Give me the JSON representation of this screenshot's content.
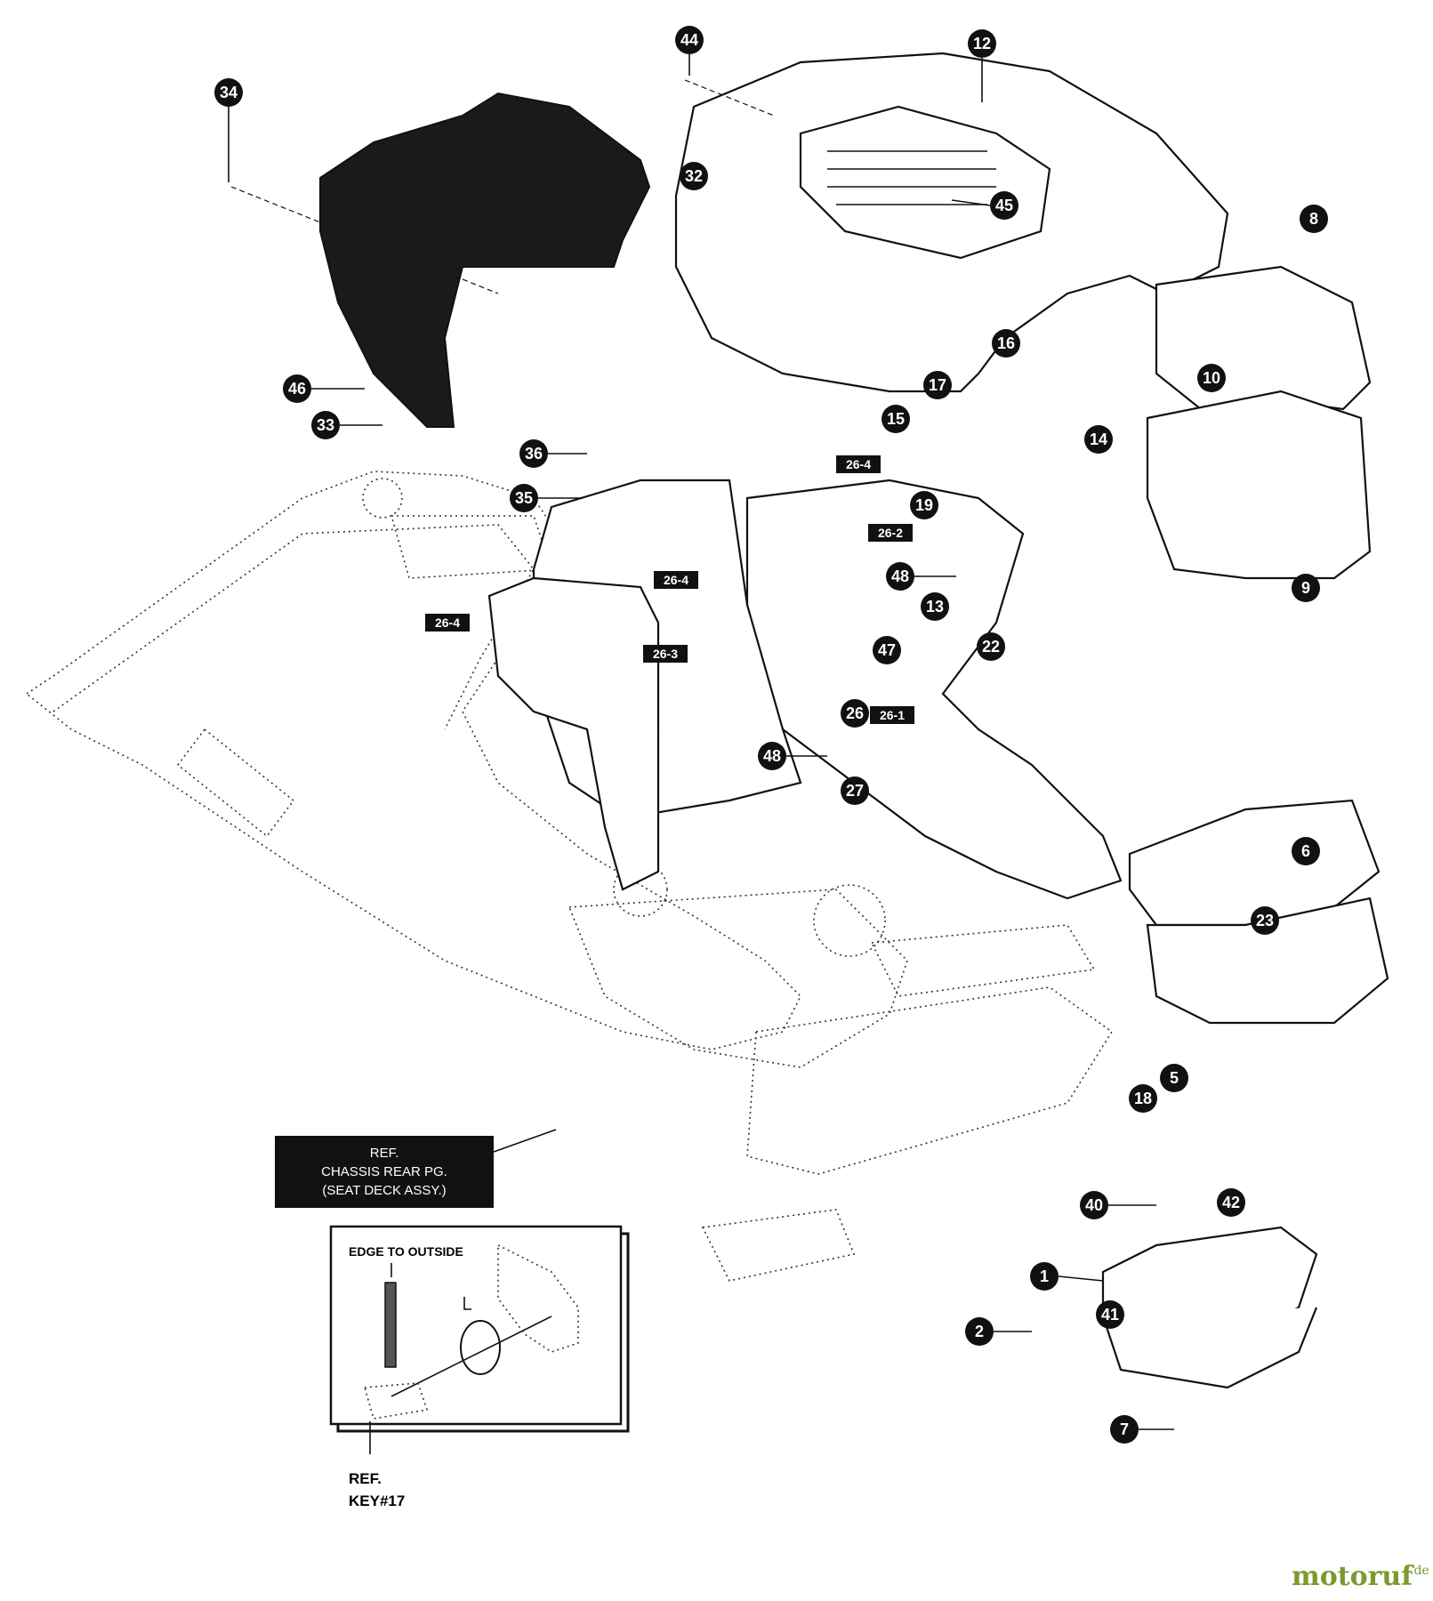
{
  "callouts": [
    {
      "id": "c1",
      "label": "1"
    },
    {
      "id": "c2",
      "label": "2"
    },
    {
      "id": "c5",
      "label": "5"
    },
    {
      "id": "c6",
      "label": "6"
    },
    {
      "id": "c7",
      "label": "7"
    },
    {
      "id": "c8",
      "label": "8"
    },
    {
      "id": "c9",
      "label": "9"
    },
    {
      "id": "c10",
      "label": "10"
    },
    {
      "id": "c12",
      "label": "12"
    },
    {
      "id": "c13",
      "label": "13"
    },
    {
      "id": "c14",
      "label": "14"
    },
    {
      "id": "c15",
      "label": "15"
    },
    {
      "id": "c16",
      "label": "16"
    },
    {
      "id": "c17",
      "label": "17"
    },
    {
      "id": "c18",
      "label": "18"
    },
    {
      "id": "c19",
      "label": "19"
    },
    {
      "id": "c22",
      "label": "22"
    },
    {
      "id": "c23",
      "label": "23"
    },
    {
      "id": "c26",
      "label": "26"
    },
    {
      "id": "c27",
      "label": "27"
    },
    {
      "id": "c32",
      "label": "32"
    },
    {
      "id": "c33",
      "label": "33"
    },
    {
      "id": "c34",
      "label": "34"
    },
    {
      "id": "c35",
      "label": "35"
    },
    {
      "id": "c36",
      "label": "36"
    },
    {
      "id": "c40",
      "label": "40"
    },
    {
      "id": "c41",
      "label": "41"
    },
    {
      "id": "c42",
      "label": "42"
    },
    {
      "id": "c44",
      "label": "44"
    },
    {
      "id": "c45",
      "label": "45"
    },
    {
      "id": "c46",
      "label": "46"
    },
    {
      "id": "c47",
      "label": "47"
    },
    {
      "id": "c48a",
      "label": "48"
    },
    {
      "id": "c48b",
      "label": "48"
    }
  ],
  "subrefs": [
    {
      "id": "s264a",
      "label": "26-4"
    },
    {
      "id": "s262",
      "label": "26-2"
    },
    {
      "id": "s264b",
      "label": "26-4"
    },
    {
      "id": "s264c",
      "label": "26-4"
    },
    {
      "id": "s263",
      "label": "26-3"
    },
    {
      "id": "s261",
      "label": "26-1"
    }
  ],
  "ref_box": {
    "line1": "REF.",
    "line2": "CHASSIS REAR PG.",
    "line3": "(SEAT DECK ASSY.)"
  },
  "inset": {
    "caption": "EDGE TO OUTSIDE",
    "ref_line1": "REF.",
    "ref_line2": "KEY#17"
  },
  "watermark": {
    "main": "motoruf",
    "suffix": ".de"
  }
}
